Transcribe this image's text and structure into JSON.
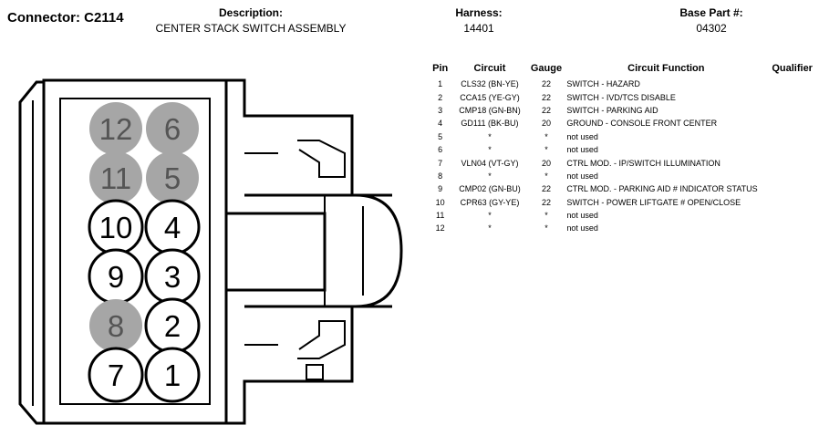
{
  "header": {
    "connector_label": "Connector:",
    "connector_id": "C2114",
    "description_label": "Description:",
    "description_value": "CENTER STACK SWITCH ASSEMBLY",
    "harness_label": "Harness:",
    "harness_value": "14401",
    "base_part_label": "Base Part #:",
    "base_part_value": "04302"
  },
  "colors": {
    "unused_pin": "#a6a6a6",
    "used_pin": "#ffffff",
    "outline": "#000000"
  },
  "connector_pins": [
    {
      "label": "12",
      "used": false
    },
    {
      "label": "6",
      "used": false
    },
    {
      "label": "11",
      "used": false
    },
    {
      "label": "5",
      "used": false
    },
    {
      "label": "10",
      "used": true
    },
    {
      "label": "4",
      "used": true
    },
    {
      "label": "9",
      "used": true
    },
    {
      "label": "3",
      "used": true
    },
    {
      "label": "8",
      "used": false
    },
    {
      "label": "2",
      "used": true
    },
    {
      "label": "7",
      "used": true
    },
    {
      "label": "1",
      "used": true
    }
  ],
  "table": {
    "headers": {
      "pin": "Pin",
      "circuit": "Circuit",
      "gauge": "Gauge",
      "function": "Circuit Function",
      "qualifier": "Qualifier"
    },
    "rows": [
      {
        "pin": "1",
        "circuit": "CLS32 (BN-YE)",
        "gauge": "22",
        "function": "SWITCH - HAZARD",
        "qualifier": ""
      },
      {
        "pin": "2",
        "circuit": "CCA15 (YE-GY)",
        "gauge": "22",
        "function": "SWITCH - IVD/TCS DISABLE",
        "qualifier": ""
      },
      {
        "pin": "3",
        "circuit": "CMP18 (GN-BN)",
        "gauge": "22",
        "function": "SWITCH - PARKING AID",
        "qualifier": ""
      },
      {
        "pin": "4",
        "circuit": "GD111 (BK-BU)",
        "gauge": "20",
        "function": "GROUND - CONSOLE FRONT CENTER",
        "qualifier": ""
      },
      {
        "pin": "5",
        "circuit": "*",
        "gauge": "*",
        "function": "not used",
        "qualifier": ""
      },
      {
        "pin": "6",
        "circuit": "*",
        "gauge": "*",
        "function": "not used",
        "qualifier": ""
      },
      {
        "pin": "7",
        "circuit": "VLN04 (VT-GY)",
        "gauge": "20",
        "function": "CTRL MOD. - IP/SWITCH ILLUMINATION",
        "qualifier": ""
      },
      {
        "pin": "8",
        "circuit": "*",
        "gauge": "*",
        "function": "not used",
        "qualifier": ""
      },
      {
        "pin": "9",
        "circuit": "CMP02 (GN-BU)",
        "gauge": "22",
        "function": "CTRL MOD. - PARKING AID # INDICATOR STATUS",
        "qualifier": ""
      },
      {
        "pin": "10",
        "circuit": "CPR63 (GY-YE)",
        "gauge": "22",
        "function": "SWITCH - POWER LIFTGATE # OPEN/CLOSE",
        "qualifier": ""
      },
      {
        "pin": "11",
        "circuit": "*",
        "gauge": "*",
        "function": "not used",
        "qualifier": ""
      },
      {
        "pin": "12",
        "circuit": "*",
        "gauge": "*",
        "function": "not used",
        "qualifier": ""
      }
    ]
  }
}
